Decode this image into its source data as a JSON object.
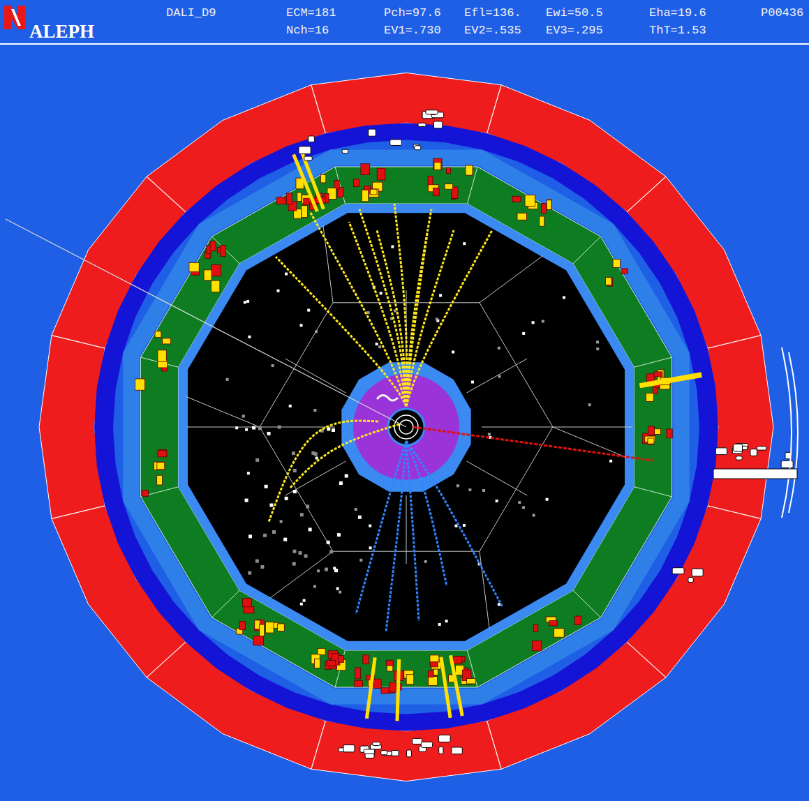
{
  "diagram": {
    "labels": [
      "ALEPH",
      "DALI_D9",
      "ECM=181",
      "Nch=16",
      "Pch=97.6",
      "Efl=136.",
      "Ewi=50.5",
      "Eha=19.6",
      "P00436",
      "EV1=.730",
      "EV2=.535",
      "EV3=.295",
      "ThT=1.53"
    ]
  }
}
